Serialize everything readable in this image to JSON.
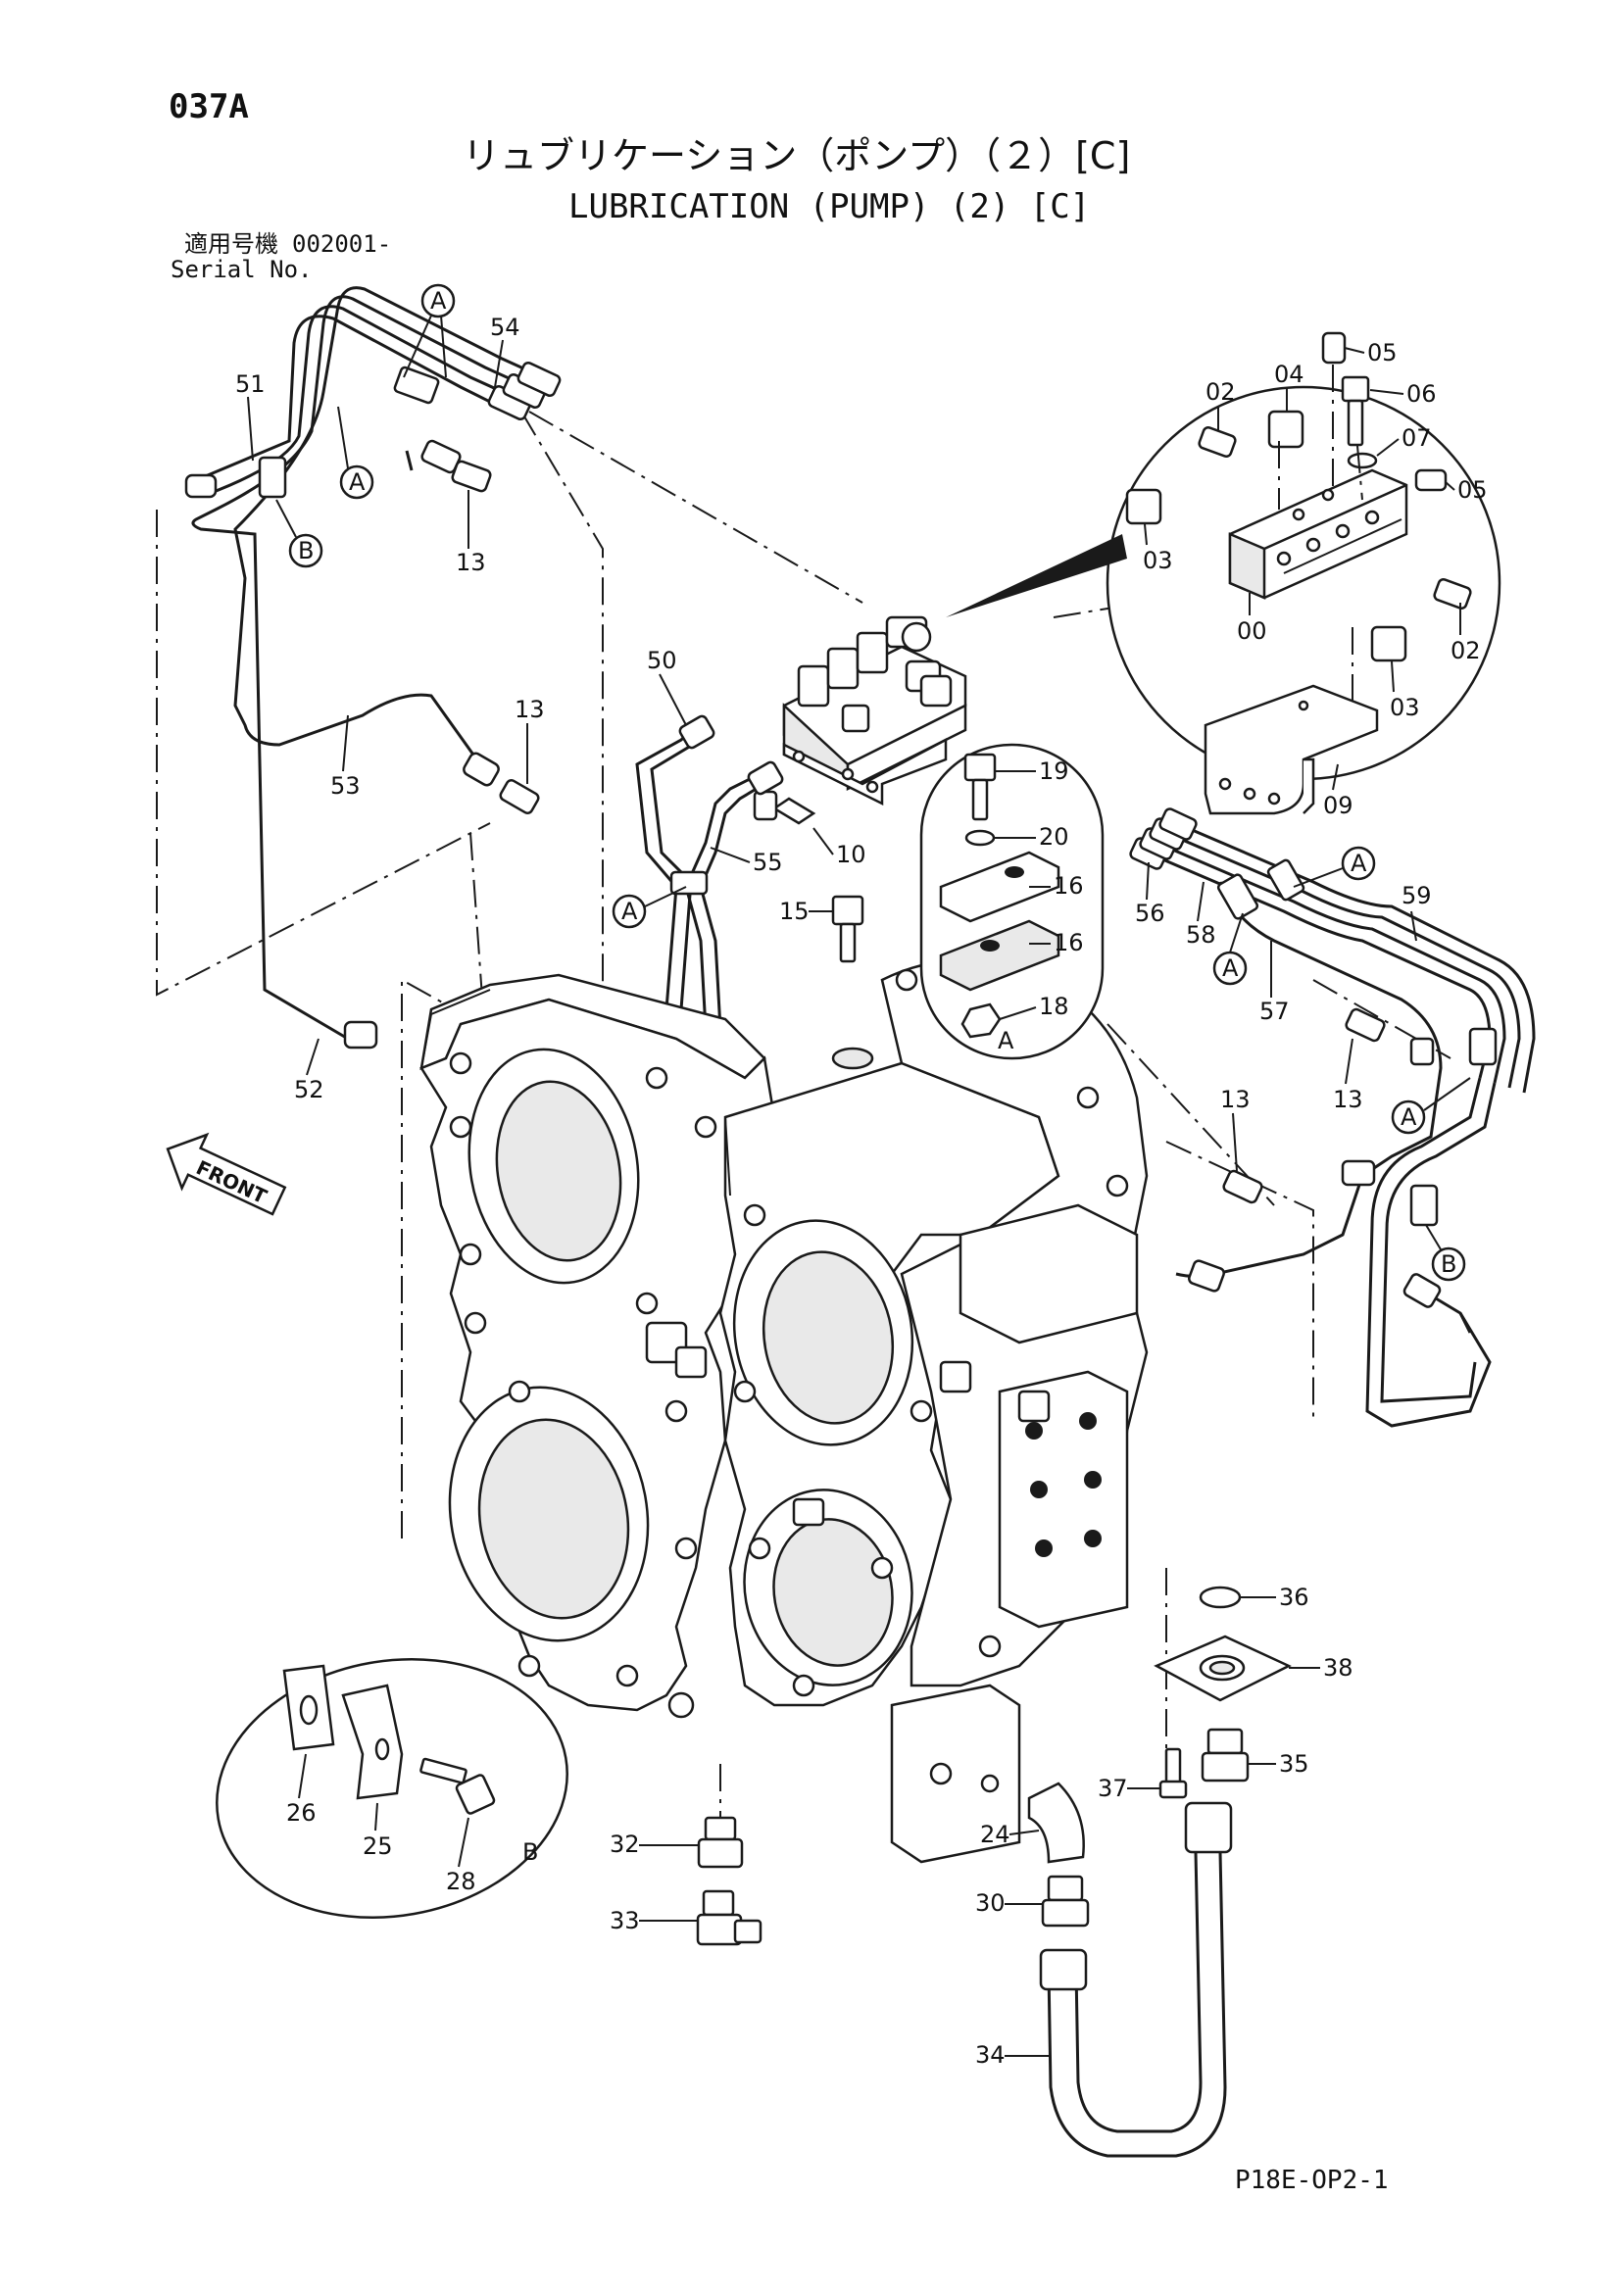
{
  "header": {
    "page_code": "037A",
    "title_jp": "リュブリケーション（ポンプ）（２）[C]",
    "title_en": "LUBRICATION (PUMP) (2) [C]",
    "serial_label_jp": "適用号機",
    "serial_value": "002001-",
    "serial_label_en": "Serial No."
  },
  "footer": {
    "drawing_code": "P18E-OP2-1"
  },
  "front_arrow_label": "FRONT",
  "callouts": {
    "A": "A",
    "B": "B"
  },
  "part_numbers": {
    "p00": "00",
    "p02a": "02",
    "p02b": "02",
    "p03a": "03",
    "p03b": "03",
    "p04": "04",
    "p05a": "05",
    "p05b": "05",
    "p06": "06",
    "p07": "07",
    "p09": "09",
    "p10": "10",
    "p13a": "13",
    "p13b": "13",
    "p13c": "13",
    "p13d": "13",
    "p15": "15",
    "p16a": "16",
    "p16b": "16",
    "p18": "18",
    "p19": "19",
    "p20": "20",
    "p24": "24",
    "p25": "25",
    "p26": "26",
    "p28": "28",
    "p30": "30",
    "p32": "32",
    "p33": "33",
    "p34": "34",
    "p35": "35",
    "p36": "36",
    "p37": "37",
    "p38": "38",
    "p50": "50",
    "p51": "51",
    "p52": "52",
    "p53": "53",
    "p54": "54",
    "p55": "55",
    "p56": "56",
    "p57": "57",
    "p58": "58",
    "p59": "59"
  },
  "detail_labels": {
    "detail_a": "A",
    "detail_b": "B"
  }
}
